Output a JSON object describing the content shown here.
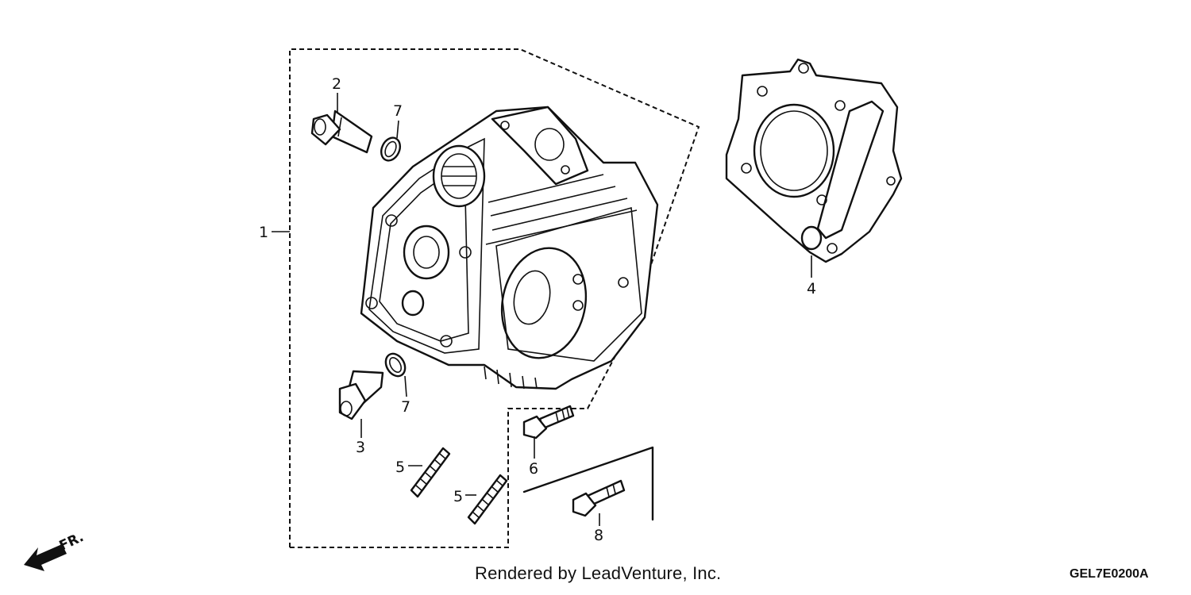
{
  "diagram": {
    "callouts": {
      "c1": "1",
      "c2": "2",
      "c3": "3",
      "c4": "4",
      "c5a": "5",
      "c5b": "5",
      "c6": "6",
      "c7a": "7",
      "c7b": "7",
      "c8": "8"
    },
    "direction_label": "FR."
  },
  "footer": {
    "credit": "Rendered by LeadVenture, Inc.",
    "drawing_code": "GEL7E0200A"
  }
}
